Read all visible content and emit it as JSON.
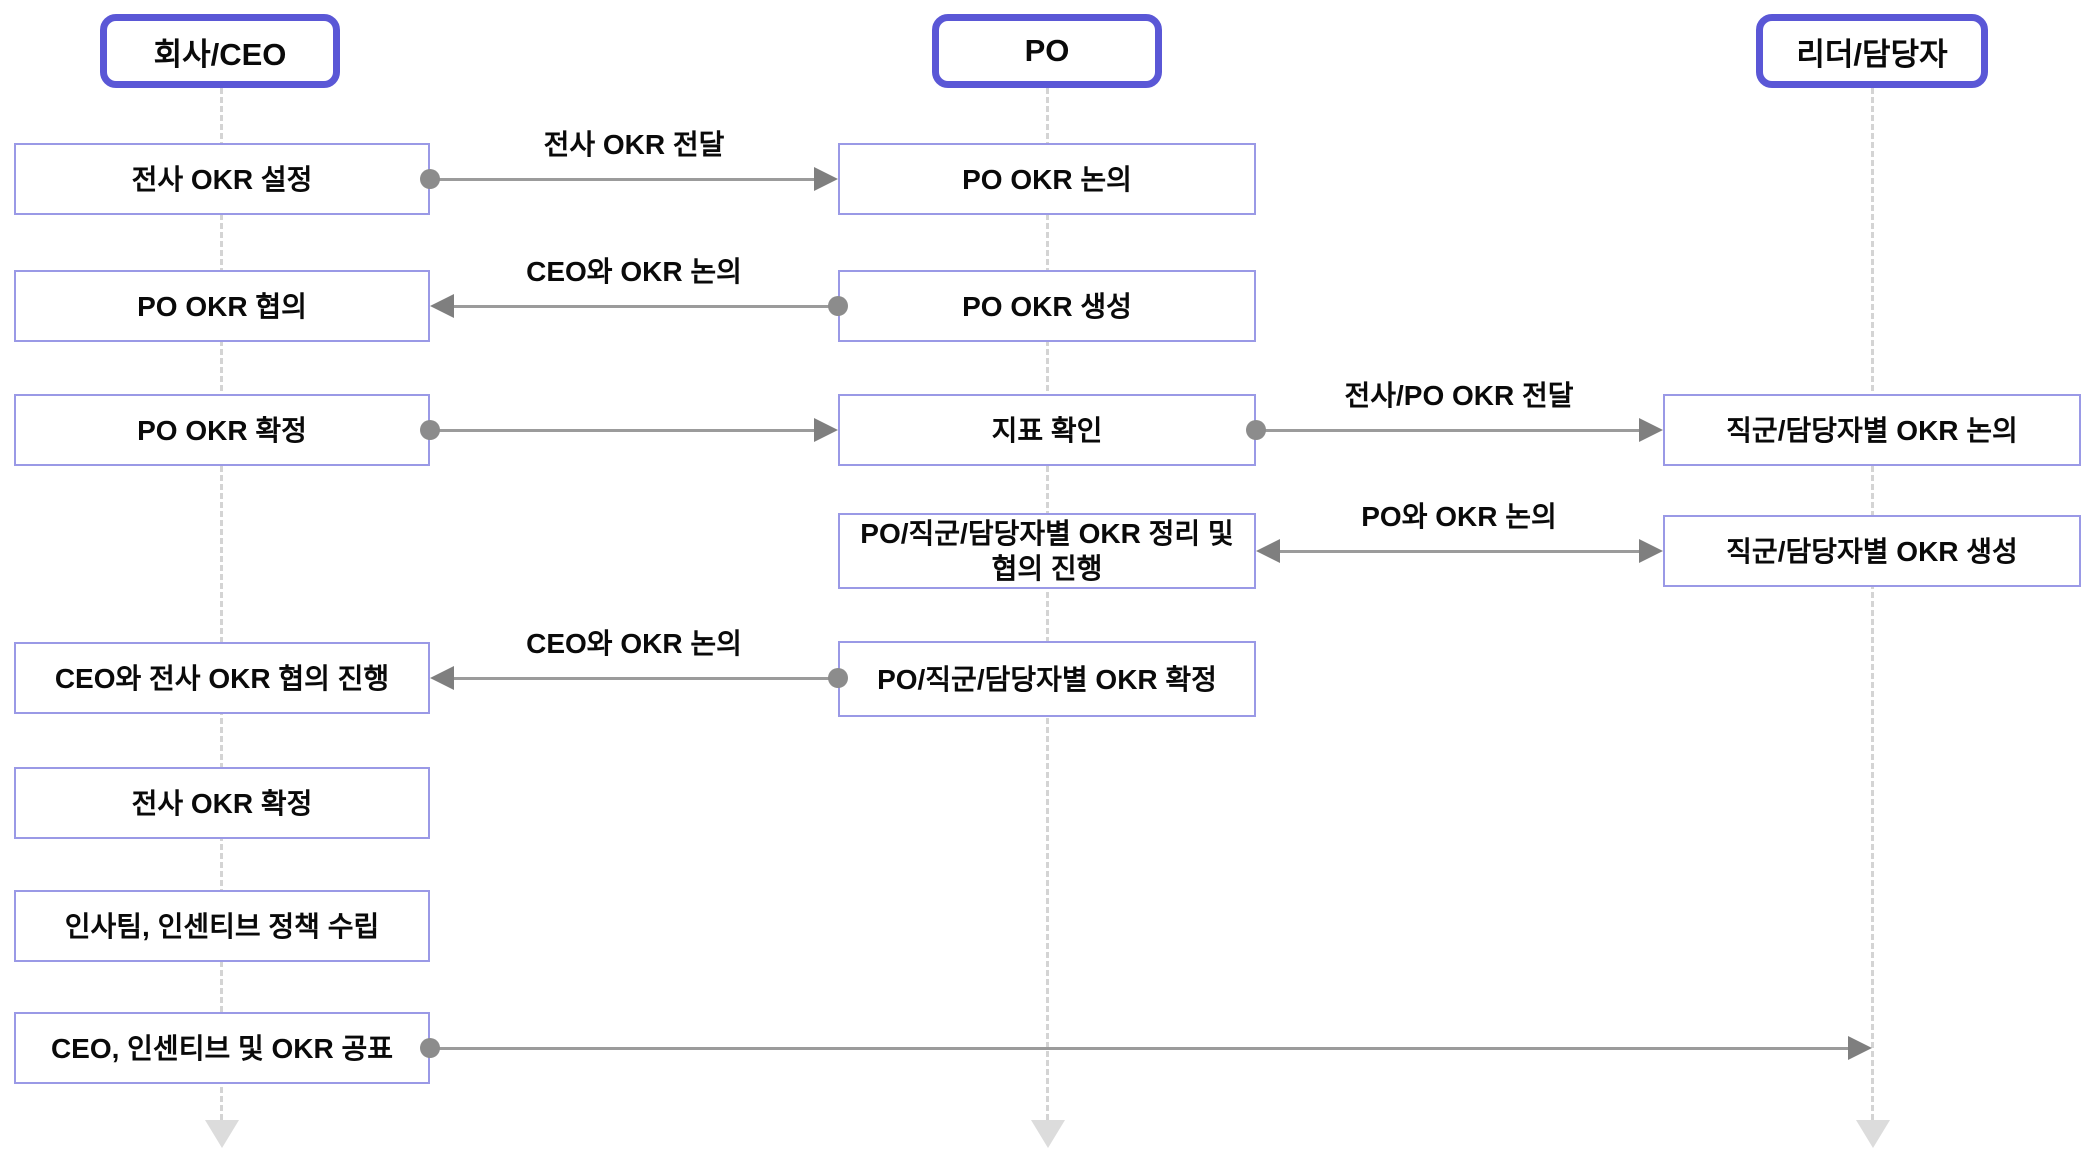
{
  "diagram_type": "okr-process-swimlane-sequence",
  "actors": [
    {
      "id": "ceo",
      "label": "회사/CEO"
    },
    {
      "id": "po",
      "label": "PO"
    },
    {
      "id": "leader",
      "label": "리더/담당자"
    }
  ],
  "lanes": {
    "ceo": {
      "boxes": [
        {
          "label": "전사 OKR 설정"
        },
        {
          "label": "PO OKR 협의"
        },
        {
          "label": "PO OKR 확정"
        },
        {
          "label": "CEO와 전사 OKR 협의 진행"
        },
        {
          "label": "전사 OKR 확정"
        },
        {
          "label": "인사팀, 인센티브 정책 수립"
        },
        {
          "label": "CEO, 인센티브 및 OKR 공표"
        }
      ]
    },
    "po": {
      "boxes": [
        {
          "label": "PO OKR 논의"
        },
        {
          "label": "PO OKR 생성"
        },
        {
          "label": "지표 확인"
        },
        {
          "label": "PO/직군/담당자별 OKR 정리 및 협의 진행"
        },
        {
          "label": "PO/직군/담당자별 OKR 확정"
        }
      ]
    },
    "leader": {
      "boxes": [
        {
          "label": "직군/담당자별 OKR 논의"
        },
        {
          "label": "직군/담당자별 OKR 생성"
        }
      ]
    }
  },
  "arrows": [
    {
      "label": "전사 OKR 전달",
      "from": "전사 OKR 설정",
      "to": "PO OKR 논의",
      "direction": "right"
    },
    {
      "label": "CEO와 OKR 논의",
      "from": "PO OKR 생성",
      "to": "PO OKR 협의",
      "direction": "left"
    },
    {
      "label": "",
      "from": "PO OKR 확정",
      "to": "지표 확인",
      "direction": "right"
    },
    {
      "label": "전사/PO OKR 전달",
      "from": "지표 확인",
      "to": "직군/담당자별 OKR 논의",
      "direction": "right"
    },
    {
      "label": "PO와 OKR 논의",
      "from": "직군/담당자별 OKR 생성",
      "to": "PO/직군/담당자별 OKR 정리 및 협의 진행",
      "direction": "both"
    },
    {
      "label": "CEO와 OKR 논의",
      "from": "PO/직군/담당자별 OKR 확정",
      "to": "CEO와 전사 OKR 협의 진행",
      "direction": "left"
    },
    {
      "label": "",
      "from": "CEO, 인센티브 및 OKR 공표",
      "to": "리더/담당자 라이프라인",
      "direction": "right"
    }
  ],
  "colors": {
    "actor_border": "#5a57d6",
    "box_border": "#9a99e6",
    "arrow_line": "#9b9b9b",
    "arrow_head": "#7f7f7f",
    "arrow_dot": "#8c8c8c",
    "lifeline": "#d4d4d4",
    "lifeline_end": "#dcdcdc",
    "background": "#ffffff",
    "text": "#0a0a0a"
  }
}
